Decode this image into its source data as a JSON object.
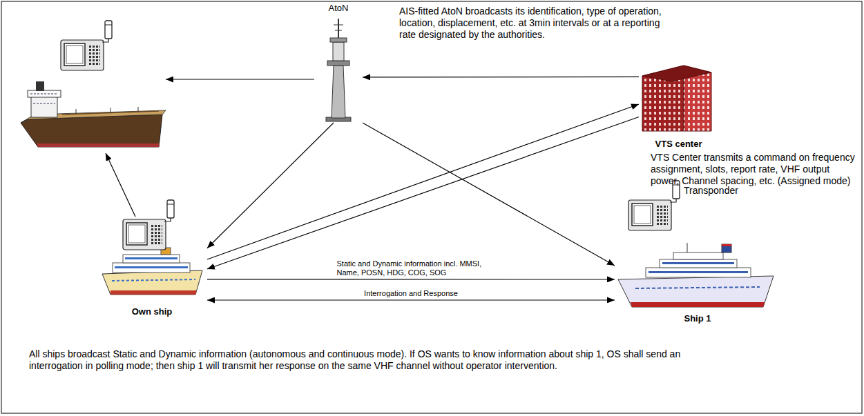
{
  "diagram": {
    "nodes": [
      {
        "text": [
          "AtoN"
        ]
      },
      {
        "text": [
          "VTS center"
        ]
      },
      {
        "text": [
          "Own ship"
        ]
      },
      {
        "text": [
          "Ship 1"
        ]
      }
    ],
    "edges": [
      {
        "from": 1,
        "to": 0,
        "arrow": "to"
      },
      {
        "from": 0,
        "to": 2,
        "arrow": "to"
      },
      {
        "from": 0,
        "to": 3,
        "arrow": "to"
      },
      {
        "from": 2,
        "to": 1,
        "arrow": "to"
      },
      {
        "from": 1,
        "to": 2,
        "arrow": "to"
      },
      {
        "from": 2,
        "to": 3,
        "arrow": "to",
        "label": "Static and Dynamic information incl. MMSI, Name, POSN, HDG, COG, SOG"
      },
      {
        "from": 2,
        "to": 3,
        "arrow": "both",
        "label": "Interrogation and Response"
      }
    ],
    "labels": [
      "AIS-fitted AtoN broadcasts its identification, type of operation, location, displacement, etc. at 3min intervals or at a reporting rate designated by the authorities.",
      "VTS Center transmits a command on frequency assignment, slots, report rate, VHF output power, Channel spacing, etc. (Assigned mode)",
      "Transponder",
      "All ships broadcast Static and Dynamic information (autonomous and continuous mode). If OS wants to know information about ship 1, OS shall send an interrogation in polling mode; then ship 1 will transmit her response on the same VHF channel without operator intervention."
    ]
  }
}
